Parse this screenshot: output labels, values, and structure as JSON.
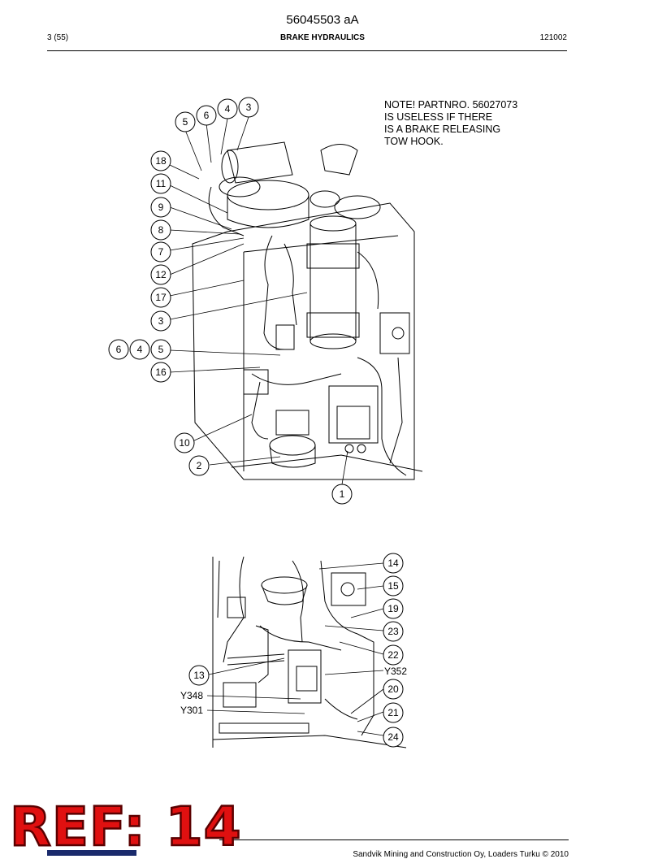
{
  "header": {
    "doc_number": "56045503 aA",
    "page": "3 (55)",
    "title": "BRAKE HYDRAULICS",
    "code": "121002"
  },
  "note": "NOTE! PARTNRO. 56027073\nIS USELESS IF THERE\nIS A BRAKE RELEASING\nTOW HOOK.",
  "callouts_top": [
    "3",
    "4",
    "6",
    "5",
    "18",
    "11",
    "9",
    "8",
    "7",
    "12",
    "17",
    "3",
    "6",
    "4",
    "5",
    "16",
    "10",
    "2",
    "1"
  ],
  "callouts_bottom": [
    "14",
    "15",
    "19",
    "23",
    "22",
    "13",
    "20",
    "21",
    "24"
  ],
  "labels_bottom": [
    "Y352",
    "Y348",
    "Y301"
  ],
  "footer": "Sandvik Mining and Construction Oy, Loaders Turku © 2010",
  "stamp": "REF: 14"
}
